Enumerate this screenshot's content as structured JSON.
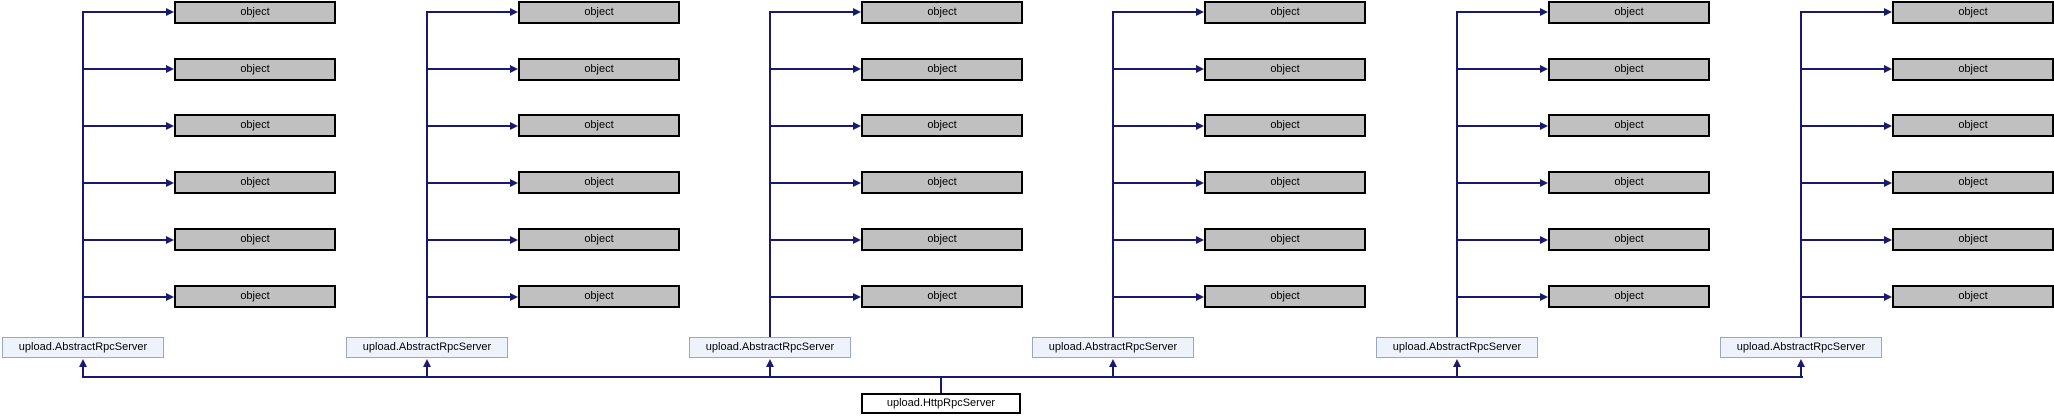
{
  "graph": {
    "type": "inheritance-diagram",
    "columns": [
      {
        "class_label": "upload.AbstractRpcServer",
        "objects": [
          "object",
          "object",
          "object",
          "object",
          "object",
          "object"
        ]
      },
      {
        "class_label": "upload.AbstractRpcServer",
        "objects": [
          "object",
          "object",
          "object",
          "object",
          "object",
          "object"
        ]
      },
      {
        "class_label": "upload.AbstractRpcServer",
        "objects": [
          "object",
          "object",
          "object",
          "object",
          "object",
          "object"
        ]
      },
      {
        "class_label": "upload.AbstractRpcServer",
        "objects": [
          "object",
          "object",
          "object",
          "object",
          "object",
          "object"
        ]
      },
      {
        "class_label": "upload.AbstractRpcServer",
        "objects": [
          "object",
          "object",
          "object",
          "object",
          "object",
          "object"
        ]
      },
      {
        "class_label": "upload.AbstractRpcServer",
        "objects": [
          "object",
          "object",
          "object",
          "object",
          "object",
          "object"
        ]
      }
    ],
    "root": {
      "label": "upload.HttpRpcServer"
    }
  },
  "colors": {
    "background": "#ffffff",
    "edge": "#191970",
    "text": "#000000",
    "object_fill": "#c0c0c0",
    "object_border": "#000000",
    "class_fill": "#edf2fb",
    "class_border": "#98a6c9",
    "root_fill": "#ffffff",
    "root_border": "#000000"
  }
}
